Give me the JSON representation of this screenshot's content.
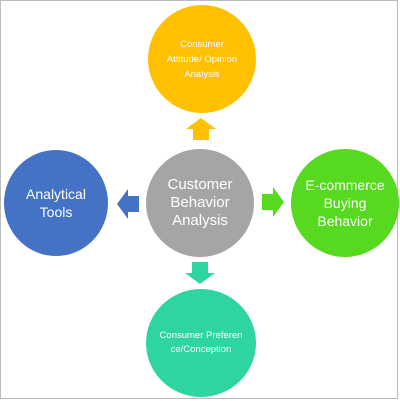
{
  "nodes": {
    "top": {
      "label": "Consumer Attitude/ Opinion Analysis",
      "color": "#FFC000"
    },
    "center": {
      "label": "Customer Behavior Analysis",
      "color": "#A5A5A5"
    },
    "left": {
      "label": "Analytical Tools",
      "color": "#4472C4"
    },
    "right": {
      "label": "E-commerce Buying Behavior",
      "color": "#56D91E"
    },
    "bottom": {
      "label": "Consumer Preference/Conception",
      "color": "#2FD5A0"
    }
  },
  "arrows": [
    {
      "direction": "up",
      "color": "#FFC000"
    },
    {
      "direction": "left",
      "color": "#4472C4"
    },
    {
      "direction": "right",
      "color": "#56D91E"
    },
    {
      "direction": "down",
      "color": "#2FD5A0"
    }
  ]
}
